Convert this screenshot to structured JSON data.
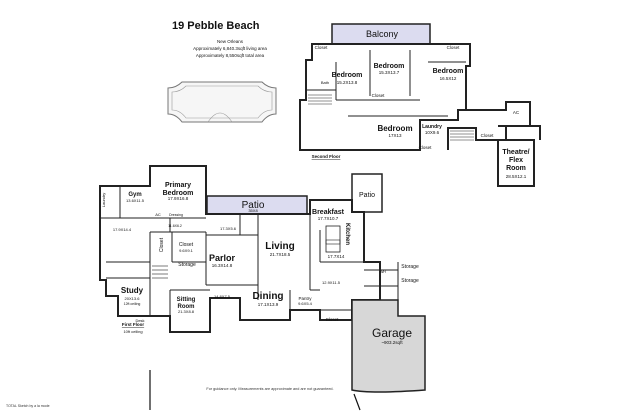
{
  "header": {
    "address": "19 Pebble Beach",
    "city": "New Orleans",
    "living_area": "Approximately 6,840.3sqft living area",
    "total_area": "Approximately 8,550sqft total area"
  },
  "floors": {
    "second": "Second Floor",
    "first": "First Floor",
    "first_ceiling": "10ft ceiling"
  },
  "rooms": {
    "balcony": "Balcony",
    "bed_a": {
      "name": "Bedroom",
      "dims": "15.2X13.8"
    },
    "bed_b": {
      "name": "Bedroom",
      "dims": "15.3X13.7"
    },
    "bed_c": {
      "name": "Bedroom",
      "dims": "16.5X12"
    },
    "bed_d": {
      "name": "Bedroom",
      "dims": "17X13"
    },
    "laundry2": {
      "name": "Laundry",
      "dims": "10X9.6"
    },
    "theatre": {
      "name": "Theatre/ Flex Room",
      "dims": "28.5X12.1"
    },
    "gym": {
      "name": "Gym",
      "dims": "13.6X11.5"
    },
    "laundry1": "Laundry",
    "primary": {
      "name": "Primary Bedroom",
      "dims": "17.9X16.8"
    },
    "patio1": {
      "name": "Patio",
      "dims": "35X8"
    },
    "patio2": "Patio",
    "breakfast": {
      "name": "Breakfast",
      "dims": "17.7X10.7"
    },
    "kitchen": {
      "name": "Kitchen",
      "dims": "17.7X14"
    },
    "living": {
      "name": "Living",
      "dims": "21.7X18.5"
    },
    "parlor": {
      "name": "Parlor",
      "dims": "16.3X14.8"
    },
    "closet_main": {
      "name": "Closet",
      "dims": "9.6X9.1"
    },
    "study": {
      "name": "Study",
      "dims": "20X13.6",
      "note": "12ft ceiling"
    },
    "sitting": {
      "name": "Sitting Room",
      "dims": "21.3X8.8"
    },
    "dining": {
      "name": "Dining",
      "dims": "17.1X13.9"
    },
    "pantry": {
      "name": "Pantry",
      "dims": "9.6X5.4"
    },
    "garage": {
      "name": "Garage",
      "dims": "~903.2sqft"
    },
    "hall1": "17.9X14.4",
    "hall2": "17.3X5.6",
    "hall3": "14.8X7.5",
    "hall4": "12.9X11.5",
    "hall5": "11.6X6.2",
    "storage": "Storage",
    "closet": "Closet",
    "bath": "Bath",
    "ac": "AC",
    "dressing": "Dressing",
    "desk": "Desk",
    "wh": "WH",
    "mech": "Mechanical"
  },
  "footer": {
    "disclaimer": "For guidance only. Measurements are approximate and are not guaranteed.",
    "credit": "TOTAL Sketch by a la mode"
  }
}
